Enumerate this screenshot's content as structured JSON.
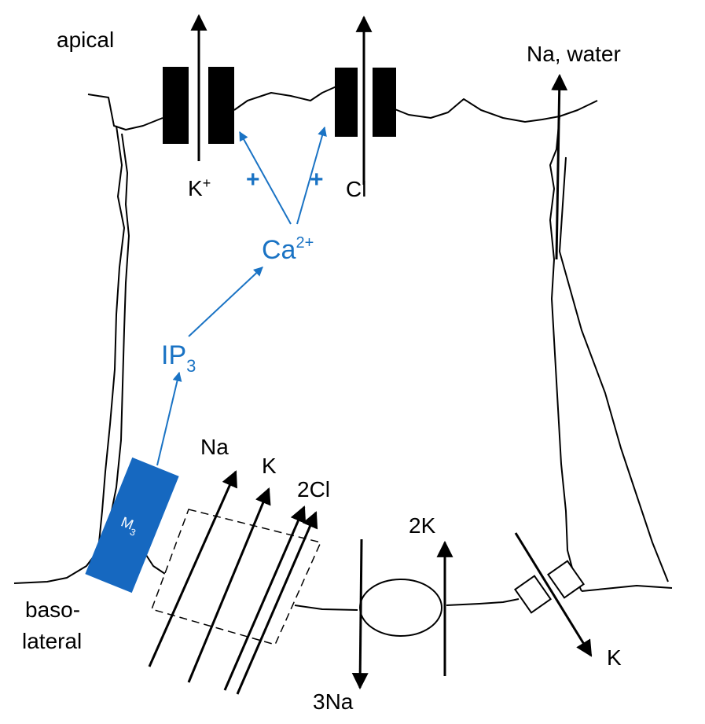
{
  "labels": {
    "apical": "apical",
    "basolateral_1": "baso-",
    "basolateral_2": "lateral",
    "k_plus": "K",
    "k_plus_sup": "+",
    "cl": "Cl",
    "na_water": "Na, water",
    "plus_left": "+",
    "plus_right": "+",
    "ca": "Ca",
    "ca_sup": "2+",
    "ip": "IP",
    "ip_sub": "3",
    "m": "M",
    "m_sub": "3",
    "cotransport_na": "Na",
    "cotransport_k": "K",
    "cotransport_2cl": "2Cl",
    "pump_2k": "2K",
    "pump_3na": "3Na",
    "channel_k": "K"
  },
  "colors": {
    "signal_blue": "#1a73c4",
    "receptor_blue": "#1668c0",
    "line": "#000000"
  }
}
